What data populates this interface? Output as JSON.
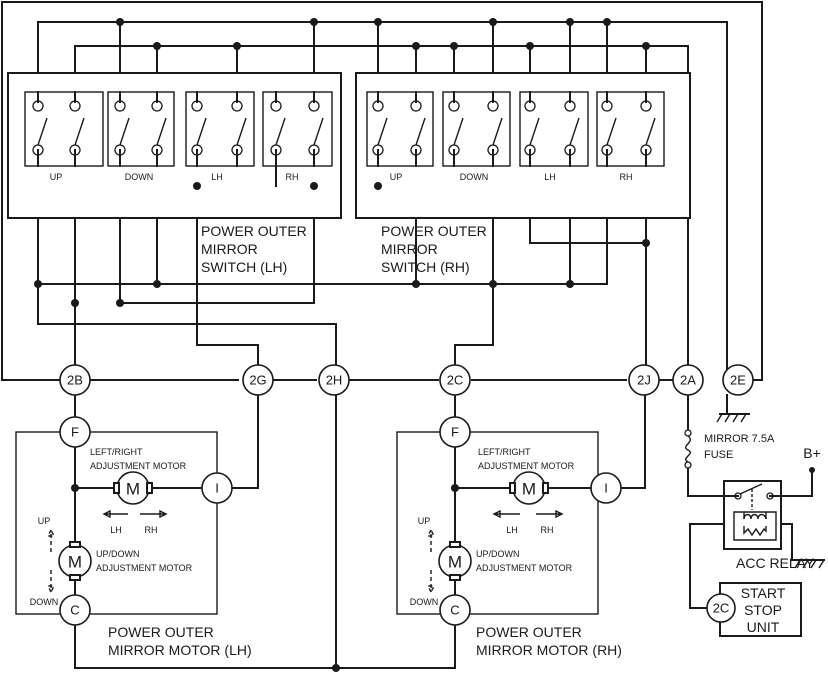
{
  "connectors": {
    "c2b": "2B",
    "c2g": "2G",
    "c2h": "2H",
    "c2c": "2C",
    "c2j": "2J",
    "c2a": "2A",
    "c2e": "2E"
  },
  "switch_lh": {
    "title_line1": "POWER OUTER",
    "title_line2": "MIRROR",
    "title_line3": "SWITCH  (LH)",
    "labels": {
      "up": "UP",
      "down": "DOWN",
      "lh": "LH",
      "rh": "RH"
    }
  },
  "switch_rh": {
    "title_line1": "POWER OUTER",
    "title_line2": "MIRROR",
    "title_line3": "SWITCH (RH)",
    "labels": {
      "up": "UP",
      "down": "DOWN",
      "lh": "LH",
      "rh": "RH"
    }
  },
  "motor_lh": {
    "term_f": "F",
    "term_i": "I",
    "term_c": "C",
    "lr_label_line1": "LEFT/RIGHT",
    "lr_label_line2": "ADJUSTMENT MOTOR",
    "ud_label_line1": "UP/DOWN",
    "ud_label_line2": "ADJUSTMENT MOTOR",
    "motor_symbol": "M",
    "dir_lh": "LH",
    "dir_rh": "RH",
    "dir_up": "UP",
    "dir_down": "DOWN",
    "title_line1": "POWER OUTER",
    "title_line2": "MIRROR MOTOR (LH)"
  },
  "motor_rh": {
    "term_f": "F",
    "term_i": "I",
    "term_c": "C",
    "lr_label_line1": "LEFT/RIGHT",
    "lr_label_line2": "ADJUSTMENT MOTOR",
    "ud_label_line1": "UP/DOWN",
    "ud_label_line2": "ADJUSTMENT MOTOR",
    "motor_symbol": "M",
    "dir_lh": "LH",
    "dir_rh": "RH",
    "dir_up": "UP",
    "dir_down": "DOWN",
    "title_line1": "POWER OUTER",
    "title_line2": "MIRROR MOTOR (RH)"
  },
  "fuse": {
    "line1": "MIRROR 7.5A",
    "line2": "FUSE"
  },
  "battery": "B+",
  "relay": {
    "label": "ACC RELAY"
  },
  "start_stop": {
    "connector": "2C",
    "line1": "START",
    "line2": "STOP",
    "line3": "UNIT"
  }
}
